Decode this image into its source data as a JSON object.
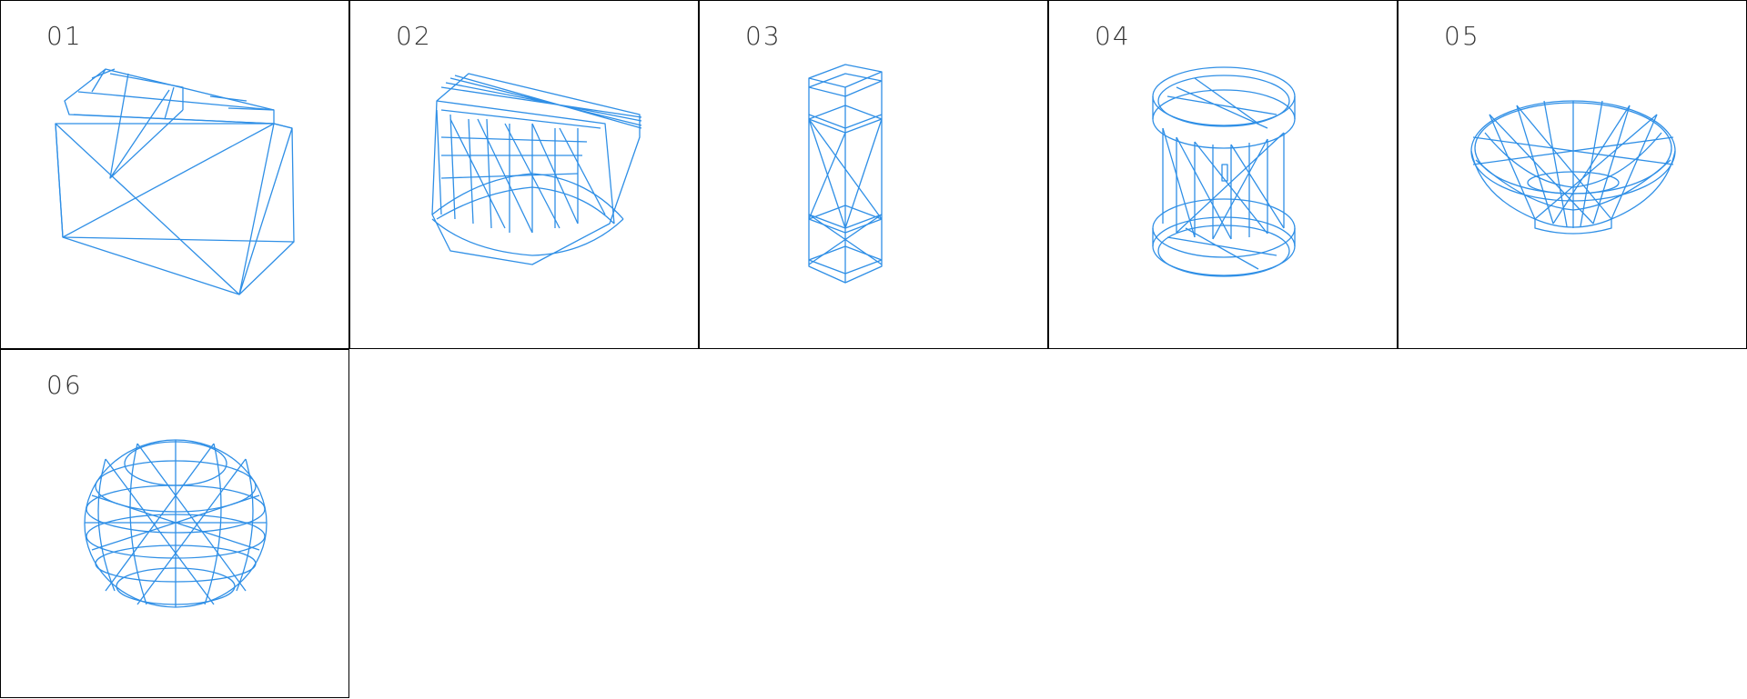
{
  "colors": {
    "wire": "#2f8fe6",
    "border": "#000000",
    "label": "#333333"
  },
  "tiles": [
    {
      "label": "01",
      "shape": "box-wireframe"
    },
    {
      "label": "02",
      "shape": "half-cylinder-wireframe"
    },
    {
      "label": "03",
      "shape": "hexagonal-prism-wireframe"
    },
    {
      "label": "04",
      "shape": "cylinder-wireframe"
    },
    {
      "label": "05",
      "shape": "bowl-wireframe"
    },
    {
      "label": "06",
      "shape": "sphere-wireframe"
    }
  ]
}
